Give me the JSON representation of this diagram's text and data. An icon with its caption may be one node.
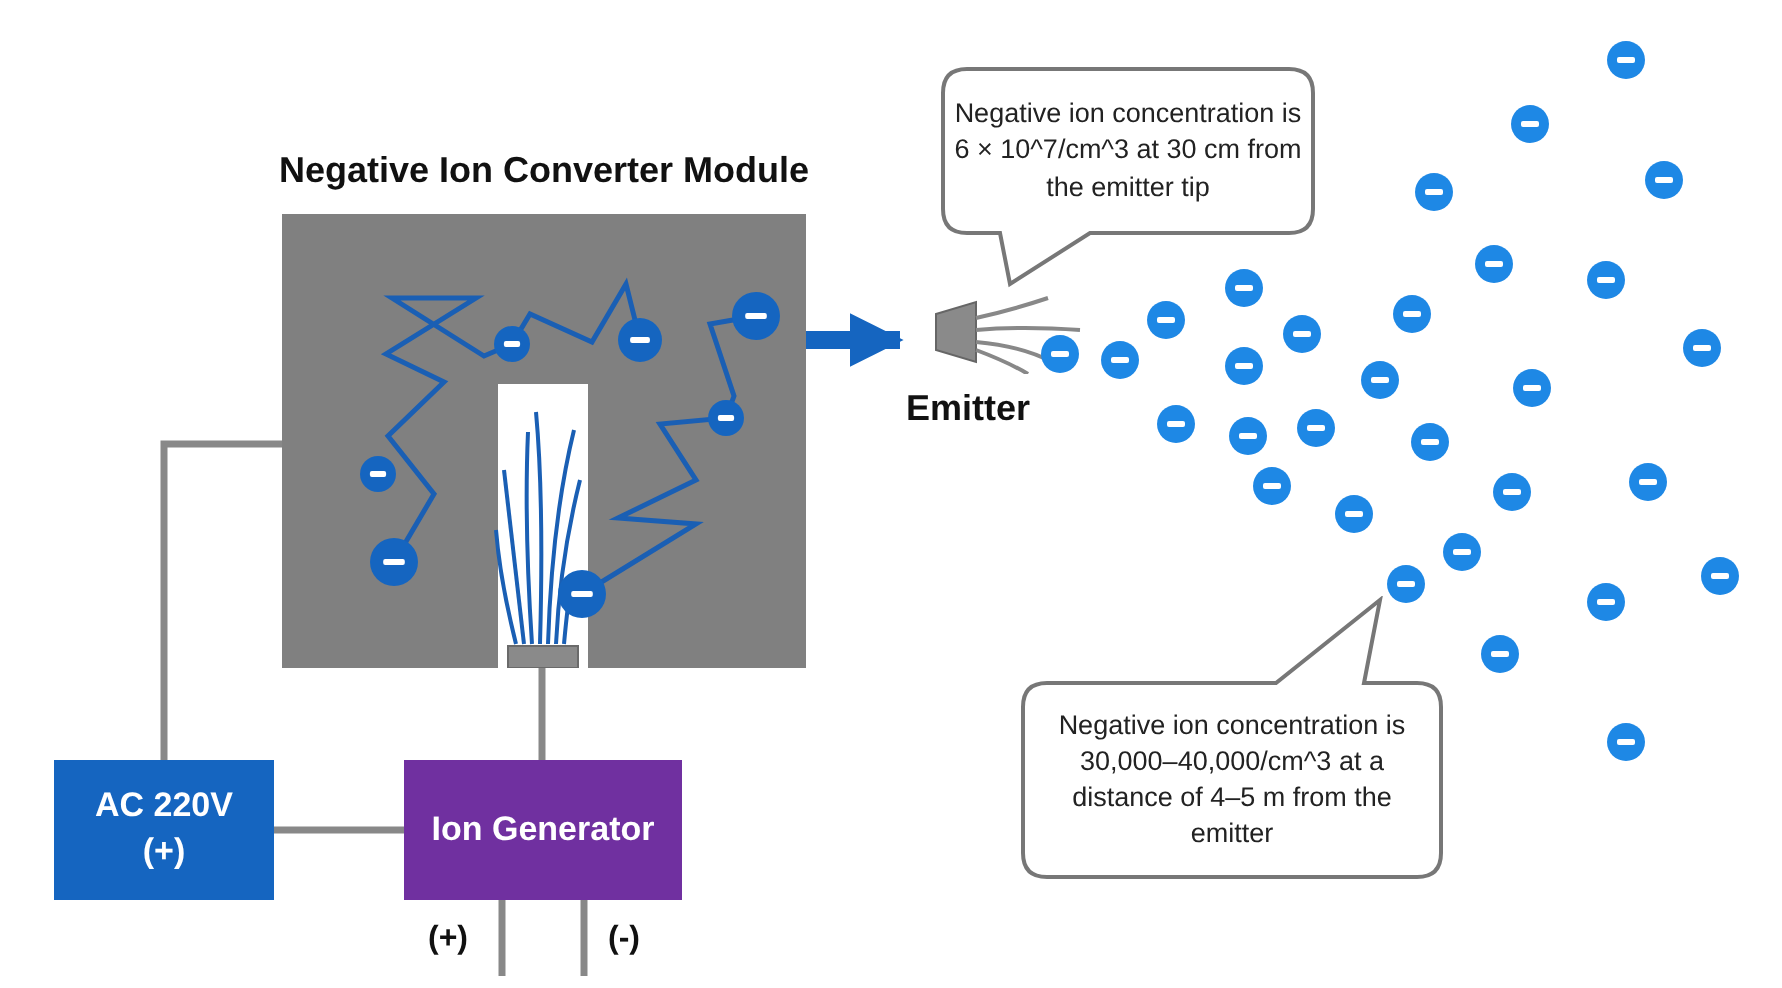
{
  "diagram": {
    "nodes": [
      {
        "text": [
          "Negative Ion Converter Module"
        ]
      },
      {
        "text": [
          "AC 220V (+)"
        ]
      },
      {
        "text": [
          "Ion Generator"
        ]
      },
      {
        "text": [
          "Emitter"
        ]
      },
      {
        "text": [
          "Negative ion concentration is 6 × 10^7/cm^3 at 30 cm from the emitter tip"
        ]
      },
      {
        "text": [
          "Negative ion concentration is 30,000–40,000/cm^3 at a distance of 4–5 m from the emitter"
        ]
      }
    ],
    "edges": [
      {
        "from": 1,
        "to": 0,
        "arrow": "none"
      },
      {
        "from": 1,
        "to": 2,
        "arrow": "none"
      },
      {
        "from": 2,
        "to": 0,
        "arrow": "none"
      },
      {
        "from": 0,
        "to": 3,
        "arrow": "to",
        "style": "thick",
        "color": "#1565c0"
      },
      {
        "from": 2,
        "to": null,
        "arrow": "none",
        "label": "(+)"
      },
      {
        "from": 2,
        "to": null,
        "arrow": "none",
        "label": "(-)"
      }
    ]
  }
}
